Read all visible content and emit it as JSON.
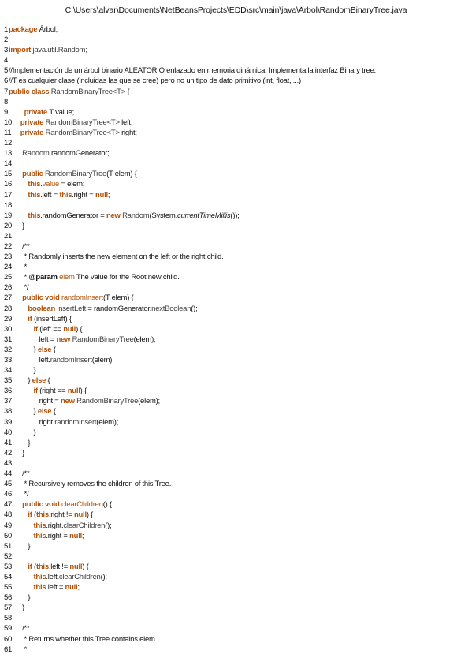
{
  "file_path": "C:\\Users\\alvar\\Documents\\NetBeansProjects\\EDD\\src\\main\\java\\Árbol\\RandomBinaryTree.java",
  "lines": [
    {
      "n": "1",
      "wide": false,
      "segs": [
        [
          "kw",
          "package "
        ],
        [
          "pl",
          "Árbol;"
        ]
      ]
    },
    {
      "n": "2",
      "wide": false,
      "segs": []
    },
    {
      "n": "3",
      "wide": false,
      "segs": [
        [
          "kw",
          "import "
        ],
        [
          "ty",
          "java.util.Random;"
        ]
      ]
    },
    {
      "n": "4",
      "wide": false,
      "segs": []
    },
    {
      "n": "5",
      "wide": false,
      "segs": [
        [
          "cm",
          "//Implementación de un árbol binario ALEATORIO enlazado en memoria dinámica. Implementa la interfaz Binary tree."
        ]
      ]
    },
    {
      "n": "6",
      "wide": false,
      "segs": [
        [
          "cm",
          "//T es cualquier clase (incluidas las que se cree) pero no un tipo de dato primitivo (int, float, ...)"
        ]
      ]
    },
    {
      "n": "7",
      "wide": false,
      "segs": [
        [
          "kw",
          "public class "
        ],
        [
          "ty",
          "RandomBinaryTree<T> "
        ],
        [
          "pl",
          "{"
        ]
      ]
    },
    {
      "n": "8",
      "wide": false,
      "segs": []
    },
    {
      "n": "9",
      "wide": true,
      "segs": [
        [
          "pl",
          "    "
        ],
        [
          "kw",
          "private "
        ],
        [
          "pl",
          "T value;"
        ]
      ]
    },
    {
      "n": "10",
      "wide": true,
      "segs": [
        [
          "pl",
          "  "
        ],
        [
          "kw",
          "private "
        ],
        [
          "ty",
          "RandomBinaryTree<T> "
        ],
        [
          "pl",
          "left;"
        ]
      ]
    },
    {
      "n": "11",
      "wide": true,
      "segs": [
        [
          "pl",
          "  "
        ],
        [
          "kw",
          "private "
        ],
        [
          "ty",
          "RandomBinaryTree<T> "
        ],
        [
          "pl",
          "right;"
        ]
      ]
    },
    {
      "n": "12",
      "wide": true,
      "segs": []
    },
    {
      "n": "13",
      "wide": true,
      "segs": [
        [
          "pl",
          "   "
        ],
        [
          "ty",
          "Random "
        ],
        [
          "pl",
          "randomGenerator;"
        ]
      ]
    },
    {
      "n": "14",
      "wide": true,
      "segs": []
    },
    {
      "n": "15",
      "wide": true,
      "segs": [
        [
          "pl",
          "   "
        ],
        [
          "kw",
          "public "
        ],
        [
          "ty",
          "RandomBinaryTree"
        ],
        [
          "pl",
          "(T elem) {"
        ]
      ]
    },
    {
      "n": "16",
      "wide": true,
      "segs": [
        [
          "pl",
          "      "
        ],
        [
          "kw",
          "this"
        ],
        [
          "pl",
          "."
        ],
        [
          "fn",
          "value"
        ],
        [
          "pl",
          " = elem;"
        ]
      ]
    },
    {
      "n": "17",
      "wide": true,
      "segs": [
        [
          "pl",
          "      "
        ],
        [
          "kw",
          "this"
        ],
        [
          "pl",
          ".left = "
        ],
        [
          "kw",
          "this"
        ],
        [
          "pl",
          ".right = "
        ],
        [
          "kw",
          "null"
        ],
        [
          "pl",
          ";"
        ]
      ]
    },
    {
      "n": "18",
      "wide": true,
      "segs": []
    },
    {
      "n": "19",
      "wide": true,
      "segs": [
        [
          "pl",
          "      "
        ],
        [
          "kw",
          "this"
        ],
        [
          "pl",
          ".randomGenerator = "
        ],
        [
          "kw",
          "new "
        ],
        [
          "ty",
          "Random"
        ],
        [
          "pl",
          "(System."
        ],
        [
          "ital",
          "currentTimeMillis"
        ],
        [
          "pl",
          "());"
        ]
      ]
    },
    {
      "n": "20",
      "wide": true,
      "segs": [
        [
          "pl",
          "   }"
        ]
      ]
    },
    {
      "n": "21",
      "wide": true,
      "segs": []
    },
    {
      "n": "22",
      "wide": true,
      "segs": [
        [
          "pl",
          "   "
        ],
        [
          "doc",
          "/**"
        ]
      ]
    },
    {
      "n": "23",
      "wide": true,
      "segs": [
        [
          "pl",
          "    "
        ],
        [
          "doc",
          "* Randomly inserts the new element on the left or the right child."
        ]
      ]
    },
    {
      "n": "24",
      "wide": true,
      "segs": [
        [
          "pl",
          "    "
        ],
        [
          "doc",
          "*"
        ]
      ]
    },
    {
      "n": "25",
      "wide": true,
      "segs": [
        [
          "pl",
          "    "
        ],
        [
          "doc",
          "* "
        ],
        [
          "tag",
          "@param "
        ],
        [
          "prm",
          "elem"
        ],
        [
          "doc",
          " The value for the Root new child."
        ]
      ]
    },
    {
      "n": "26",
      "wide": true,
      "segs": [
        [
          "pl",
          "    "
        ],
        [
          "doc",
          "*/"
        ]
      ]
    },
    {
      "n": "27",
      "wide": true,
      "segs": [
        [
          "pl",
          "   "
        ],
        [
          "kw",
          "public void "
        ],
        [
          "fn",
          "randomInsert"
        ],
        [
          "pl",
          "(T elem) {"
        ]
      ]
    },
    {
      "n": "28",
      "wide": true,
      "segs": [
        [
          "pl",
          "      "
        ],
        [
          "kw",
          "boolean "
        ],
        [
          "ty",
          "insertLeft"
        ],
        [
          "pl",
          " = randomGenerator."
        ],
        [
          "ty",
          "nextBoolean"
        ],
        [
          "pl",
          "();"
        ]
      ]
    },
    {
      "n": "29",
      "wide": true,
      "segs": [
        [
          "pl",
          "      "
        ],
        [
          "kw",
          "if "
        ],
        [
          "pl",
          "(insertLeft) {"
        ]
      ]
    },
    {
      "n": "30",
      "wide": true,
      "segs": [
        [
          "pl",
          "         "
        ],
        [
          "kw",
          "if "
        ],
        [
          "pl",
          "(left == "
        ],
        [
          "kw",
          "null"
        ],
        [
          "pl",
          ") {"
        ]
      ]
    },
    {
      "n": "31",
      "wide": true,
      "segs": [
        [
          "pl",
          "            left = "
        ],
        [
          "kw",
          "new "
        ],
        [
          "ty",
          "RandomBinaryTree"
        ],
        [
          "pl",
          "(elem);"
        ]
      ]
    },
    {
      "n": "32",
      "wide": true,
      "segs": [
        [
          "pl",
          "         } "
        ],
        [
          "kw",
          "else "
        ],
        [
          "pl",
          "{"
        ]
      ]
    },
    {
      "n": "33",
      "wide": true,
      "segs": [
        [
          "pl",
          "            left."
        ],
        [
          "ty",
          "randomInsert"
        ],
        [
          "pl",
          "(elem);"
        ]
      ]
    },
    {
      "n": "34",
      "wide": true,
      "segs": [
        [
          "pl",
          "         }"
        ]
      ]
    },
    {
      "n": "35",
      "wide": true,
      "segs": [
        [
          "pl",
          "      } "
        ],
        [
          "kw",
          "else "
        ],
        [
          "pl",
          "{"
        ]
      ]
    },
    {
      "n": "36",
      "wide": true,
      "segs": [
        [
          "pl",
          "         "
        ],
        [
          "kw",
          "if "
        ],
        [
          "pl",
          "(right == "
        ],
        [
          "kw",
          "null"
        ],
        [
          "pl",
          ") {"
        ]
      ]
    },
    {
      "n": "37",
      "wide": true,
      "segs": [
        [
          "pl",
          "            right = "
        ],
        [
          "kw",
          "new "
        ],
        [
          "ty",
          "RandomBinaryTree"
        ],
        [
          "pl",
          "(elem);"
        ]
      ]
    },
    {
      "n": "38",
      "wide": true,
      "segs": [
        [
          "pl",
          "         } "
        ],
        [
          "kw",
          "else "
        ],
        [
          "pl",
          "{"
        ]
      ]
    },
    {
      "n": "39",
      "wide": true,
      "segs": [
        [
          "pl",
          "            right."
        ],
        [
          "ty",
          "randomInsert"
        ],
        [
          "pl",
          "(elem);"
        ]
      ]
    },
    {
      "n": "40",
      "wide": true,
      "segs": [
        [
          "pl",
          "         }"
        ]
      ]
    },
    {
      "n": "41",
      "wide": true,
      "segs": [
        [
          "pl",
          "      }"
        ]
      ]
    },
    {
      "n": "42",
      "wide": true,
      "segs": [
        [
          "pl",
          "   }"
        ]
      ]
    },
    {
      "n": "43",
      "wide": true,
      "segs": []
    },
    {
      "n": "44",
      "wide": true,
      "segs": [
        [
          "pl",
          "   "
        ],
        [
          "doc",
          "/**"
        ]
      ]
    },
    {
      "n": "45",
      "wide": true,
      "segs": [
        [
          "pl",
          "    "
        ],
        [
          "doc",
          "* Recursively removes the children of this Tree."
        ]
      ]
    },
    {
      "n": "46",
      "wide": true,
      "segs": [
        [
          "pl",
          "    "
        ],
        [
          "doc",
          "*/"
        ]
      ]
    },
    {
      "n": "47",
      "wide": true,
      "segs": [
        [
          "pl",
          "   "
        ],
        [
          "kw",
          "public void "
        ],
        [
          "fn",
          "clearChildren"
        ],
        [
          "pl",
          "() {"
        ]
      ]
    },
    {
      "n": "48",
      "wide": true,
      "segs": [
        [
          "pl",
          "      "
        ],
        [
          "kw",
          "if "
        ],
        [
          "pl",
          "("
        ],
        [
          "kw",
          "this"
        ],
        [
          "pl",
          ".right != "
        ],
        [
          "kw",
          "null"
        ],
        [
          "pl",
          ") {"
        ]
      ]
    },
    {
      "n": "49",
      "wide": true,
      "segs": [
        [
          "pl",
          "         "
        ],
        [
          "kw",
          "this"
        ],
        [
          "pl",
          ".right."
        ],
        [
          "ty",
          "clearChildren"
        ],
        [
          "pl",
          "();"
        ]
      ]
    },
    {
      "n": "50",
      "wide": true,
      "segs": [
        [
          "pl",
          "         "
        ],
        [
          "kw",
          "this"
        ],
        [
          "pl",
          ".right = "
        ],
        [
          "kw",
          "null"
        ],
        [
          "pl",
          ";"
        ]
      ]
    },
    {
      "n": "51",
      "wide": true,
      "segs": [
        [
          "pl",
          "      }"
        ]
      ]
    },
    {
      "n": "52",
      "wide": true,
      "segs": []
    },
    {
      "n": "53",
      "wide": true,
      "segs": [
        [
          "pl",
          "      "
        ],
        [
          "kw",
          "if "
        ],
        [
          "pl",
          "("
        ],
        [
          "kw",
          "this"
        ],
        [
          "pl",
          ".left != "
        ],
        [
          "kw",
          "null"
        ],
        [
          "pl",
          ") {"
        ]
      ]
    },
    {
      "n": "54",
      "wide": true,
      "segs": [
        [
          "pl",
          "         "
        ],
        [
          "kw",
          "this"
        ],
        [
          "pl",
          ".left."
        ],
        [
          "ty",
          "clearChildren"
        ],
        [
          "pl",
          "();"
        ]
      ]
    },
    {
      "n": "55",
      "wide": true,
      "segs": [
        [
          "pl",
          "         "
        ],
        [
          "kw",
          "this"
        ],
        [
          "pl",
          ".left = "
        ],
        [
          "kw",
          "null"
        ],
        [
          "pl",
          ";"
        ]
      ]
    },
    {
      "n": "56",
      "wide": true,
      "segs": [
        [
          "pl",
          "      }"
        ]
      ]
    },
    {
      "n": "57",
      "wide": true,
      "segs": [
        [
          "pl",
          "   }"
        ]
      ]
    },
    {
      "n": "58",
      "wide": true,
      "segs": []
    },
    {
      "n": "59",
      "wide": true,
      "segs": [
        [
          "pl",
          "   "
        ],
        [
          "doc",
          "/**"
        ]
      ]
    },
    {
      "n": "60",
      "wide": true,
      "segs": [
        [
          "pl",
          "    "
        ],
        [
          "doc",
          "* Returns whether this Tree contains elem."
        ]
      ]
    },
    {
      "n": "61",
      "wide": true,
      "segs": [
        [
          "pl",
          "    "
        ],
        [
          "doc",
          "*"
        ]
      ]
    }
  ]
}
